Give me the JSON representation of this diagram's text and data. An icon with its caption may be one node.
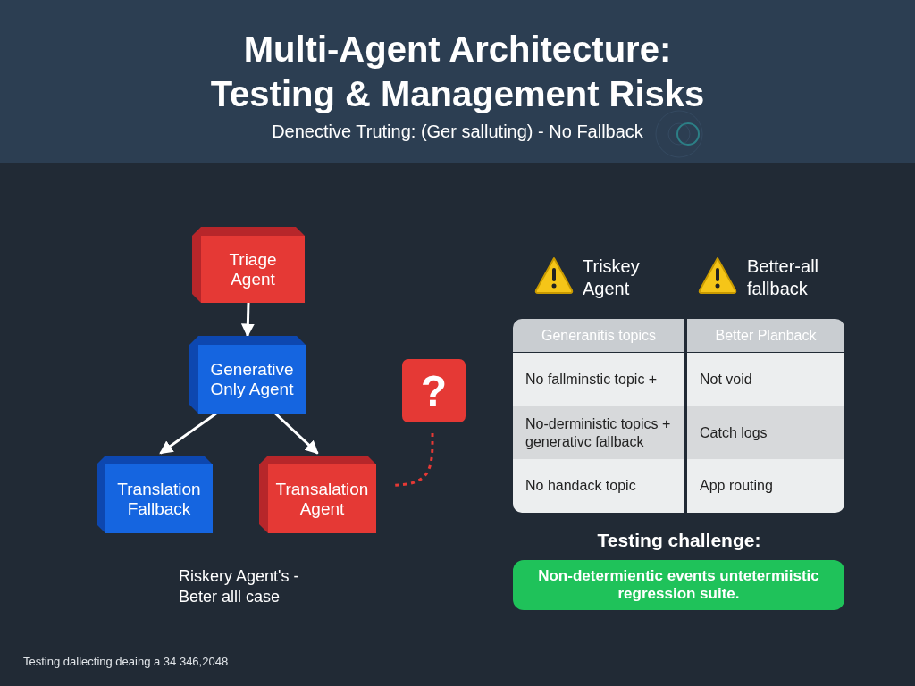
{
  "diagram": {
    "title": "Multi-Agent Architecture: Testing & Management Risks",
    "nodes": [
      {
        "text": [
          "Triage Agent"
        ]
      },
      {
        "text": [
          "Generative Only Agent"
        ]
      },
      {
        "text": [
          "Translation Fallback"
        ]
      },
      {
        "text": [
          "Transalation Agent"
        ]
      },
      {
        "text": [
          "?"
        ]
      },
      {
        "text": [
          "Non-determientic events untetermiistic regression suite."
        ]
      }
    ],
    "edges": [
      {
        "from": 0,
        "to": 1,
        "arrow": "to"
      },
      {
        "from": 1,
        "to": 2,
        "arrow": "to"
      },
      {
        "from": 1,
        "to": 3,
        "arrow": "to"
      },
      {
        "from": 4,
        "to": 3,
        "arrow": "none",
        "style": "dashed",
        "color": "#e53935"
      }
    ],
    "labels": [
      "Denective Truting: (Ger salluting) - No Fallback",
      "Triskey Agent",
      "Better-all fallback",
      "Generanitis topics",
      "Better Planback",
      "No fallminstic topic +",
      "Not void",
      "No-derministic topics + generativc fallback",
      "Catch logs",
      "No handack topic",
      "App routing",
      "Testing challenge:",
      "Riskery Agent's -Beter alll case",
      "Testing dallecting deaing a 34 346,2048"
    ]
  }
}
